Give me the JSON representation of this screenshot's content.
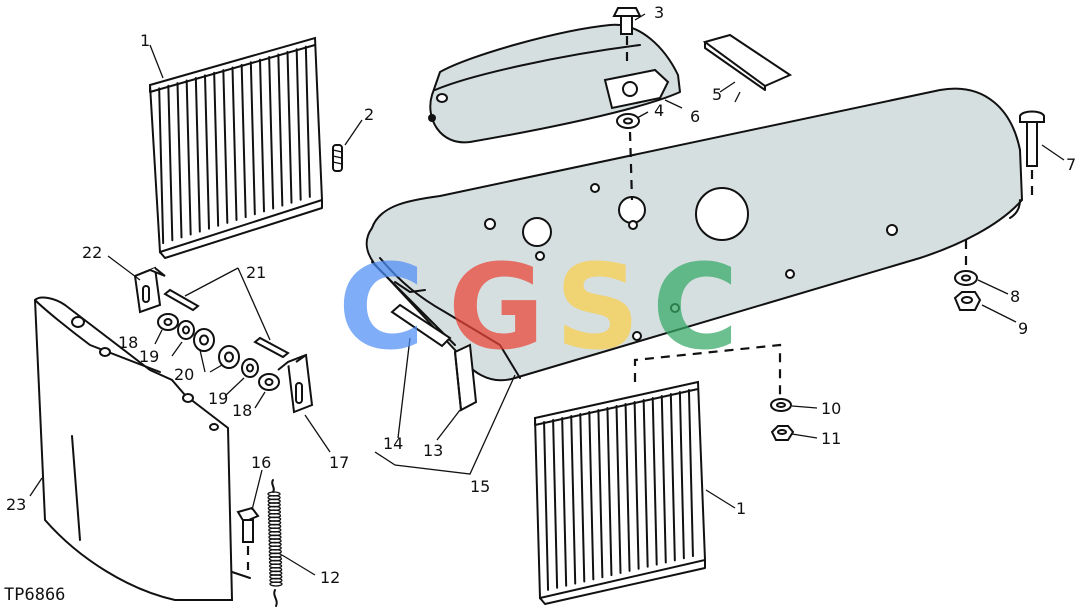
{
  "drawing_code": "TP6866",
  "watermark": {
    "letters": [
      "C",
      "G",
      "S",
      "C"
    ],
    "colors": [
      "#4f8ef5",
      "#ea4335",
      "#fbcf4a",
      "#34a865"
    ]
  },
  "callouts": {
    "c1a": "1",
    "c1b": "1",
    "c2": "2",
    "c3": "3",
    "c4": "4",
    "c5": "5",
    "c6": "6",
    "c7": "7",
    "c8": "8",
    "c9": "9",
    "c10": "10",
    "c11": "11",
    "c12": "12",
    "c13": "13",
    "c14": "14",
    "c15": "15",
    "c16": "16",
    "c17": "17",
    "c18a": "18",
    "c18b": "18",
    "c19a": "19",
    "c19b": "19",
    "c20": "20",
    "c21": "21",
    "c22": "22",
    "c23": "23"
  }
}
